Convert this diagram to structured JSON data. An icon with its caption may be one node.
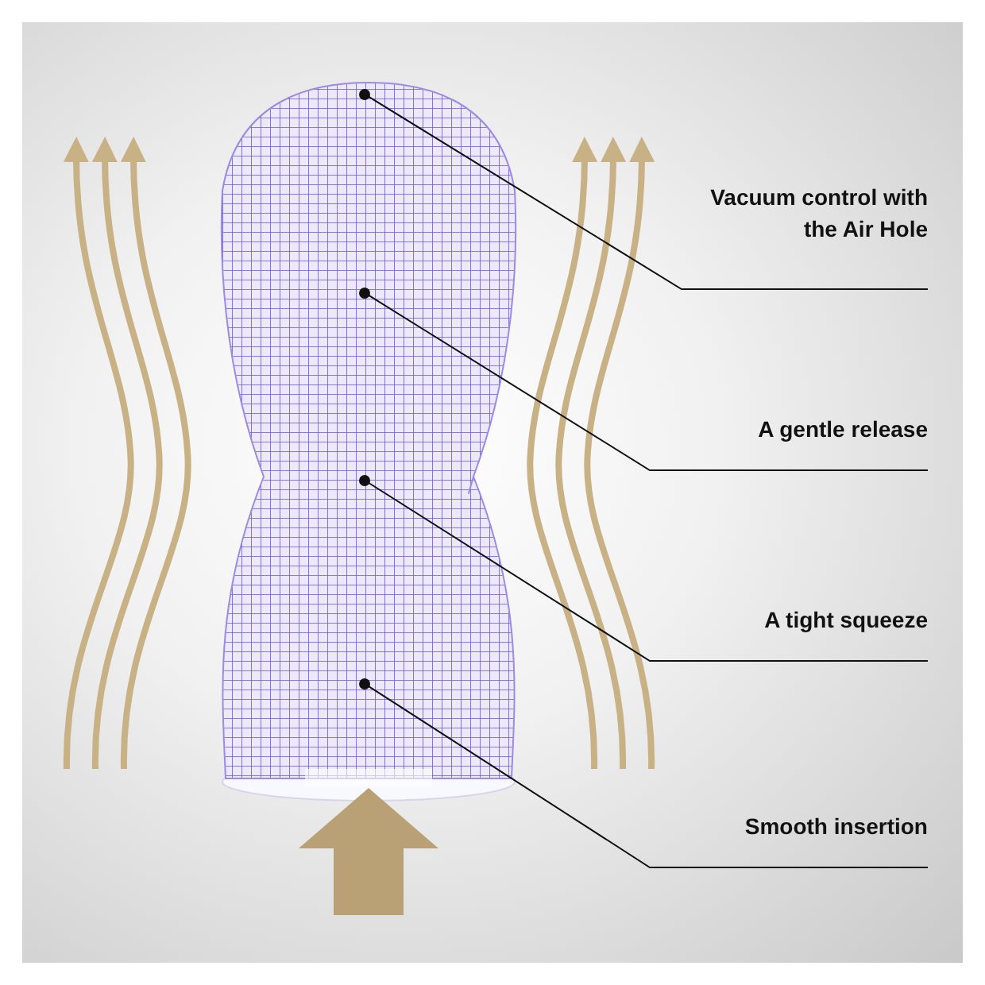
{
  "diagram": {
    "nodes": [
      {
        "text": [
          "Vacuum control with the Air Hole"
        ]
      },
      {
        "text": [
          "A gentle release"
        ]
      },
      {
        "text": [
          "A tight squeeze"
        ]
      },
      {
        "text": [
          "Smooth insertion"
        ]
      },
      {
        "text": [],
        "shape": "circle"
      },
      {
        "text": [],
        "shape": "circle"
      },
      {
        "text": [],
        "shape": "circle"
      },
      {
        "text": [],
        "shape": "circle"
      }
    ],
    "edges": [
      {
        "from": 0,
        "to": 4,
        "arrow": "none"
      },
      {
        "from": 1,
        "to": 5,
        "arrow": "none"
      },
      {
        "from": 2,
        "to": 6,
        "arrow": "none"
      },
      {
        "from": 3,
        "to": 7,
        "arrow": "none"
      }
    ]
  }
}
